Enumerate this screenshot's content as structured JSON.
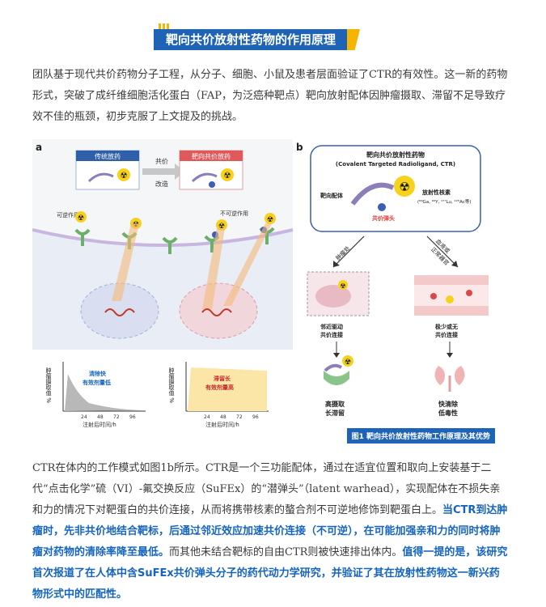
{
  "header": {
    "title": "靶向共价放射性药物的作用原理"
  },
  "intro_paragraph": "团队基于现代共价药物分子工程，从分子、细胞、小鼠及患者层面验证了CTR的有效性。这一新的药物形式，突破了成纤维细胞活化蛋白（FAP，为泛癌种靶点）靶向放射配体因肿瘤摄取、滞留不足导致疗效不佳的瓶颈，初步克服了上文提及的挑战。",
  "figure": {
    "caption": "图1 靶向共价放射性药物工作原理及其优势",
    "panel_a": {
      "label": "a",
      "box_left": "传统放药",
      "box_right": "靶向共价放药",
      "arrow_top": "共价",
      "arrow_bottom": "改造",
      "reversible": "可逆作用",
      "irreversible": "不可逆作用",
      "chart_left": {
        "ylabel": "肿瘤摄取值 %",
        "text1": "清除快",
        "text2": "有效剂量低",
        "ticks": [
          "24",
          "48",
          "72",
          "96"
        ],
        "xlabel": "注射后时间/h"
      },
      "chart_right": {
        "ylabel": "肿瘤摄取值 %",
        "text1": "滞留长",
        "text2": "有效剂量高",
        "ticks": [
          "24",
          "48",
          "72",
          "96"
        ],
        "xlabel": "注射后时间/h"
      }
    },
    "panel_b": {
      "label": "b",
      "title": "靶向共价放射性药物",
      "subtitle": "(Covalent Targeted Radioligand, CTR)",
      "ligand": "靶向配体",
      "nuclide": "放射性核素",
      "nuclide_list": "(⁶⁸Ga, ⁹⁰Y, ¹⁷⁷Lu, ²²⁵Ac等)",
      "warhead": "共价弹头",
      "to_tumor": "肿瘤处",
      "to_blood_1": "血液或",
      "to_blood_2": "正常器官",
      "tumor_note_1": "邻近驱动",
      "tumor_note_2": "共价连接",
      "blood_note_1": "极少或无",
      "blood_note_2": "共价连接",
      "tumor_result_1": "高摄取",
      "tumor_result_2": "长滞留",
      "blood_result_1": "快清除",
      "blood_result_2": "低毒性"
    }
  },
  "body": {
    "text1": "CTR在体内的工作模式如图1b所示。CTR是一个三功能配体，通过在适宜位置和取向上安装基于二代“点击化学”硫（VI）-氟交换反应（SuFEx）的“潜弹头”（latent warhead），实现配体在不损失亲和力的情况下对靶蛋白的共价连接，从而将携带核素的螯合剂不可逆地修饰到靶蛋白上。",
    "highlight1": "当CTR到达肿瘤时，先非共价地结合靶标，后通过邻近效应加速共价连接（不可逆），在可能加强亲和力的同时将肿瘤对药物的清除率降至最低。",
    "text2": "而其他未结合靶标的自由CTR则被快速排出体内。",
    "highlight2": "值得一提的是，该研究首次报道了在人体中含SuFEx共价弹头分子的药代动力学研究，并验证了其在放射性药物这一新兴药物形式中的匹配性。"
  },
  "colors": {
    "accent": "#1e63b6",
    "highlight": "#1565c0",
    "tag": "#f5b400",
    "warhead": "#e53935"
  }
}
